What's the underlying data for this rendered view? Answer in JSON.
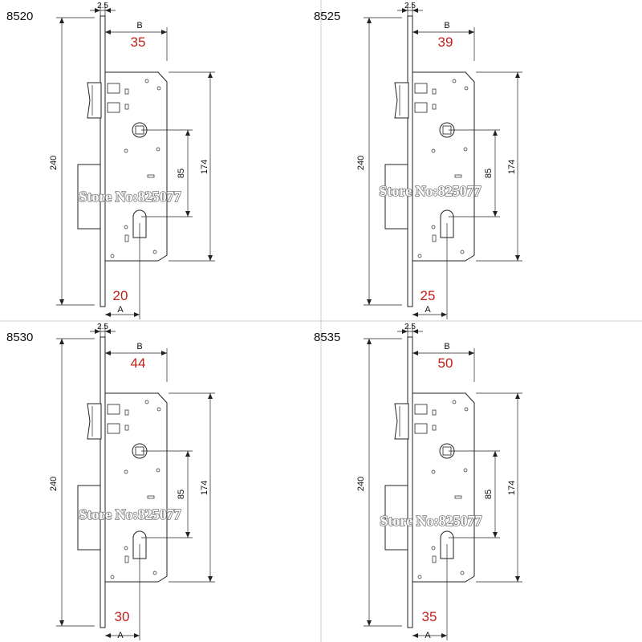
{
  "panels": [
    {
      "model": "8520",
      "b_value": "35",
      "a_value": "20"
    },
    {
      "model": "8525",
      "b_value": "39",
      "a_value": "25"
    },
    {
      "model": "8530",
      "b_value": "44",
      "a_value": "30"
    },
    {
      "model": "8535",
      "b_value": "50",
      "a_value": "35"
    }
  ],
  "labels": {
    "plate_thickness": "2.5",
    "b_label": "B",
    "a_label": "A",
    "height_total": "240",
    "height_case": "174",
    "center_distance": "85"
  },
  "watermark": "Store No:825077",
  "colors": {
    "dimension_value": "#c0201a",
    "line": "#222222"
  }
}
